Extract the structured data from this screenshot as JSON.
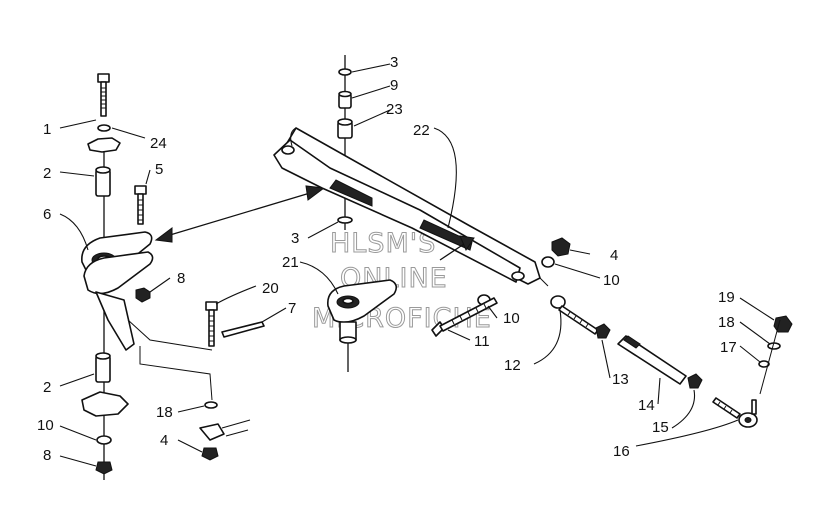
{
  "watermark": {
    "line1": "HLSM'S",
    "line2": "ONLINE",
    "line3": "MICROFICHE"
  },
  "callouts": {
    "c1": "1",
    "c24": "24",
    "c2a": "2",
    "c5": "5",
    "c6": "6",
    "c8a": "8",
    "c20": "20",
    "c7": "7",
    "c2b": "2",
    "c10a": "10",
    "c8b": "8",
    "c18a": "18",
    "c4a": "4",
    "c3a": "3",
    "c9": "9",
    "c23": "23",
    "c22": "22",
    "c3b": "3",
    "c21": "21",
    "c4b": "4",
    "c10b": "10",
    "c10c": "10",
    "c11": "11",
    "c12": "12",
    "c13": "13",
    "c14": "14",
    "c15": "15",
    "c16": "16",
    "c19": "19",
    "c18b": "18",
    "c17": "17"
  }
}
